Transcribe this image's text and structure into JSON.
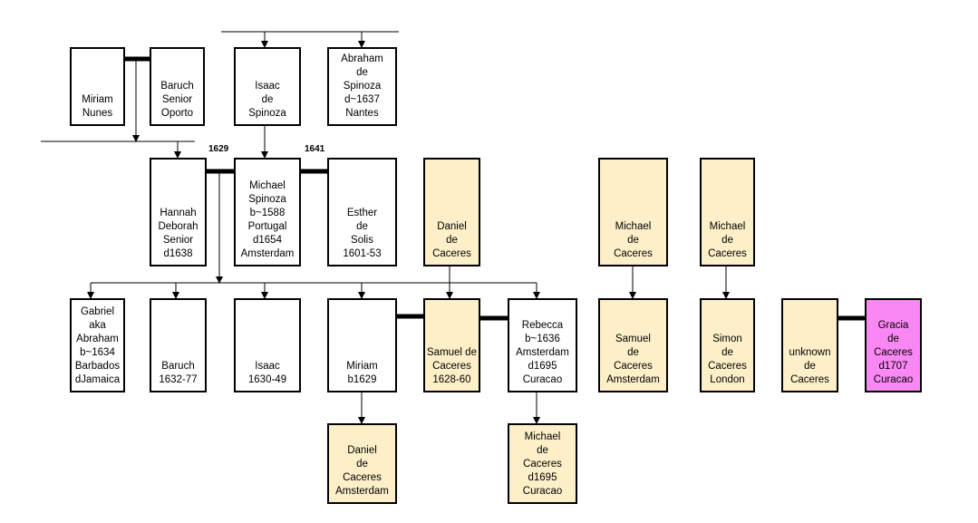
{
  "colors": {
    "plain": "#ffffff",
    "caceres": "#fdf0c8",
    "gracia": "#fa88f4",
    "line": "#000000"
  },
  "marriage_years": [
    "1629",
    "1641"
  ],
  "people": {
    "miriam_nunes": "Miriam\nNunes",
    "baruch_senior": "Baruch\nSenior\nOporto",
    "isaac_spinoza": "Isaac\nde\nSpinoza",
    "abraham_spinoza": "Abraham\nde\nSpinoza\nd~1637\nNantes",
    "hannah_deborah": "Hannah\nDeborah\nSenior\nd1638",
    "michael_spinoza": "Michael\nSpinoza\nb~1588\nPortugal\nd1654\nAmsterdam",
    "esther_solis": "Esther\nde\nSolis\n1601-53",
    "daniel_caceres": "Daniel\nde\nCaceres",
    "michael_caceres_a": "Michael\nde\nCaceres",
    "michael_caceres_b": "Michael\nde\nCaceres",
    "gabriel": "Gabriel\naka\nAbraham\nb~1634\nBarbados\ndJamaica",
    "baruch": "Baruch\n1632-77",
    "isaac": "Isaac\n1630-49",
    "miriam": "Miriam\nb1629",
    "samuel_caceres": "Samuel de\nCaceres\n1628-60",
    "rebecca": "Rebecca\nb~1636\nAmsterdam\nd1695\nCuracao",
    "samuel_amsterdam": "Samuel\nde\nCaceres\nAmsterdam",
    "simon_london": "Simon\nde\nCaceres\nLondon",
    "unknown_caceres": "unknown\nde\nCaceres",
    "gracia": "Gracia\nde\nCaceres\nd1707\nCuracao",
    "daniel_amsterdam": "Daniel\nde\nCaceres\nAmsterdam",
    "michael_curacao": "Michael\nde\nCaceres\nd1695\nCuracao"
  }
}
